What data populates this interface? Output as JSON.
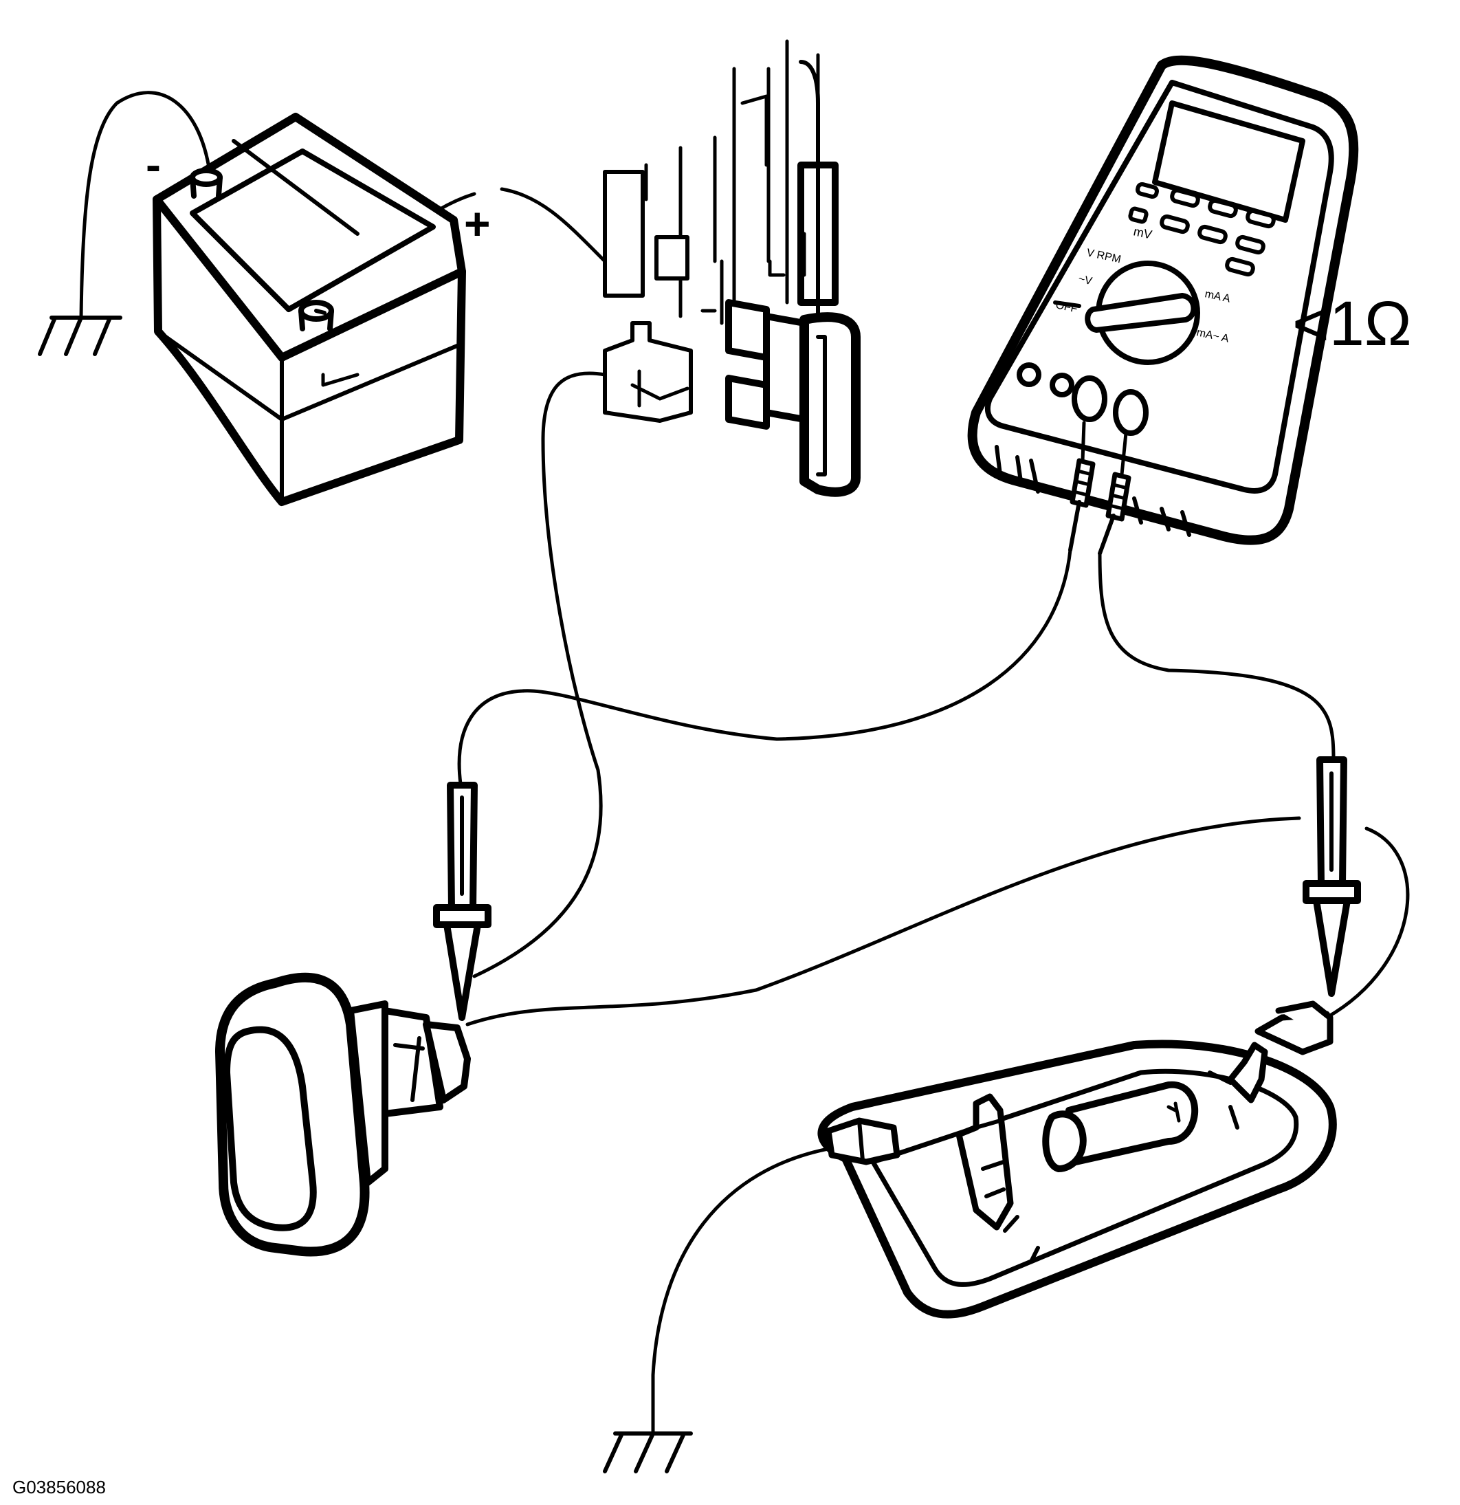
{
  "battery": {
    "negative_symbol": "-",
    "positive_symbol": "+"
  },
  "multimeter": {
    "reading": "<1Ω",
    "dial_labels": [
      "mV",
      "V RPM",
      "~V",
      "OFF",
      "mA A",
      "mA~ A"
    ]
  },
  "figure_code": "G03856088",
  "icons": [
    "battery-icon",
    "fuse-box-icon",
    "fuse-icon",
    "multimeter-icon",
    "test-probe-icon",
    "switch-icon",
    "lamp-housing-icon",
    "ground-symbol-icon"
  ]
}
